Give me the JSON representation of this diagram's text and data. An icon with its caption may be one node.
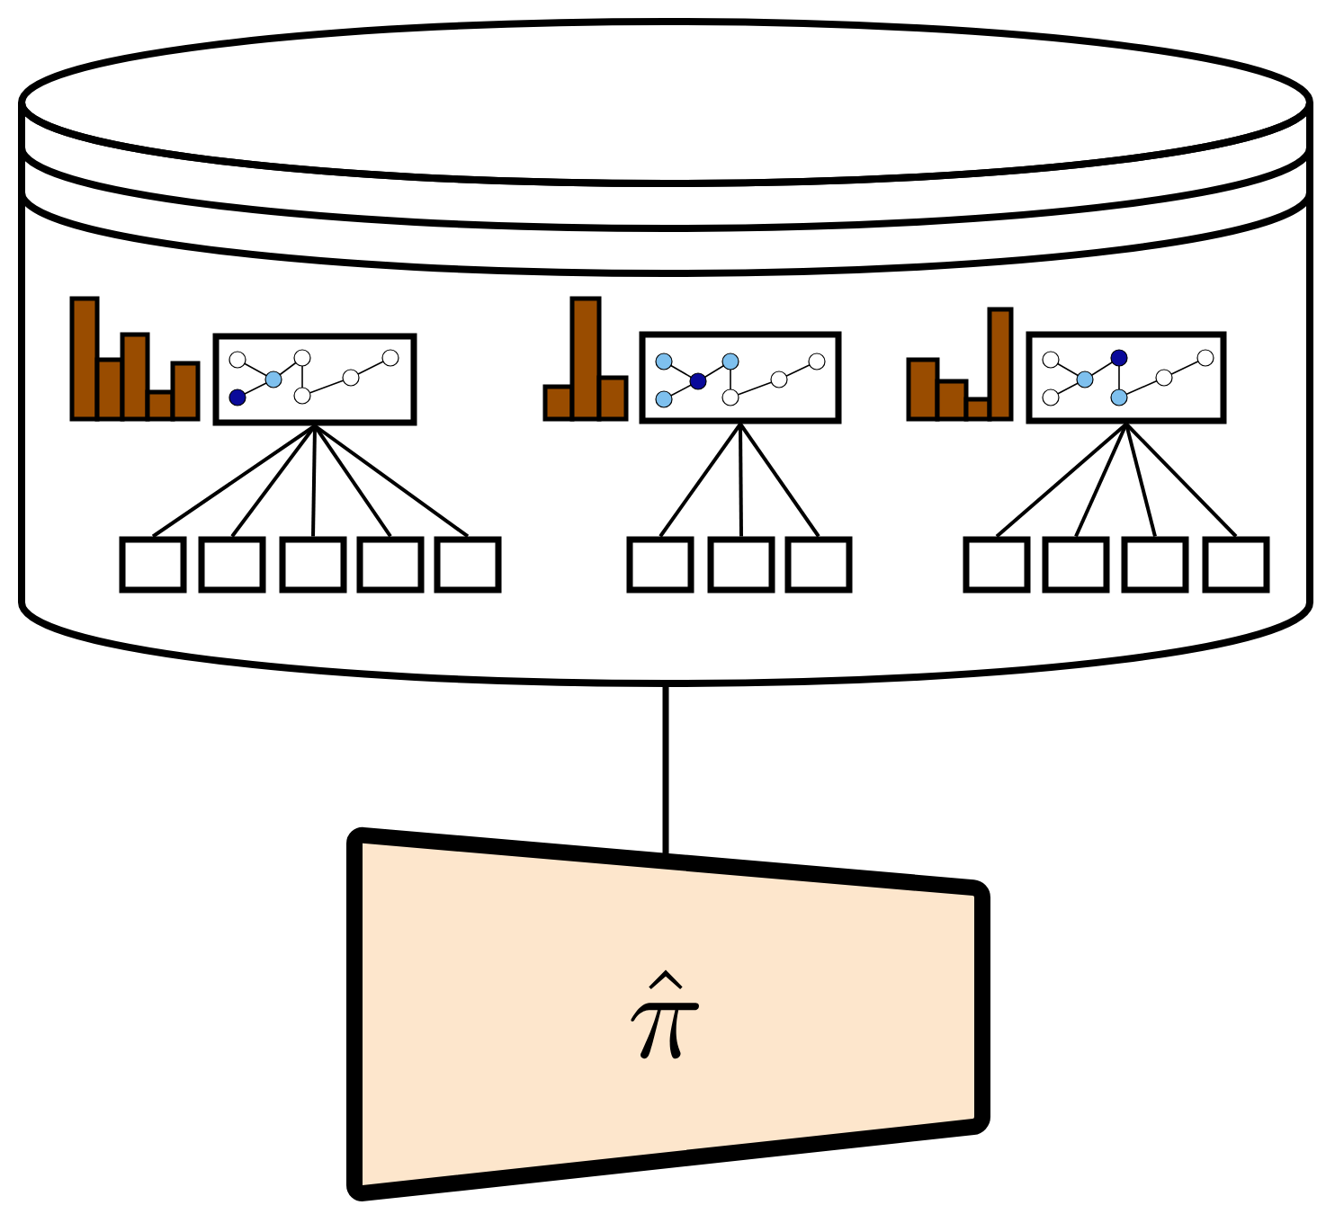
{
  "diagram": {
    "nodes": [
      {
        "text": [],
        "shape": "cylinder"
      },
      {
        "text": [],
        "shape": "picture",
        "in": 0
      },
      {
        "text": [],
        "shape": "picture",
        "in": 0
      },
      {
        "text": [],
        "shape": "picture",
        "in": 0
      },
      {
        "text": [],
        "shape": "box",
        "in": 0
      },
      {
        "text": [],
        "shape": "box",
        "in": 0
      },
      {
        "text": [],
        "shape": "box",
        "in": 0
      },
      {
        "text": [],
        "shape": "box",
        "in": 0
      },
      {
        "text": [],
        "shape": "box",
        "in": 0
      },
      {
        "text": [],
        "shape": "box",
        "in": 0
      },
      {
        "text": [],
        "shape": "box",
        "in": 0
      },
      {
        "text": [],
        "shape": "box",
        "in": 0
      },
      {
        "text": [],
        "shape": "box",
        "in": 0
      },
      {
        "text": [],
        "shape": "box",
        "in": 0
      },
      {
        "text": [],
        "shape": "box",
        "in": 0
      },
      {
        "text": [],
        "shape": "box",
        "in": 0
      },
      {
        "text": [
          "\\hat{\\pi}"
        ]
      }
    ],
    "edges": [
      {
        "from": 1,
        "to": 4,
        "arrow": "none"
      },
      {
        "from": 1,
        "to": 5,
        "arrow": "none"
      },
      {
        "from": 1,
        "to": 6,
        "arrow": "none"
      },
      {
        "from": 1,
        "to": 7,
        "arrow": "none"
      },
      {
        "from": 1,
        "to": 8,
        "arrow": "none"
      },
      {
        "from": 2,
        "to": 9,
        "arrow": "none"
      },
      {
        "from": 2,
        "to": 10,
        "arrow": "none"
      },
      {
        "from": 2,
        "to": 11,
        "arrow": "none"
      },
      {
        "from": 3,
        "to": 12,
        "arrow": "none"
      },
      {
        "from": 3,
        "to": 13,
        "arrow": "none"
      },
      {
        "from": 3,
        "to": 14,
        "arrow": "none"
      },
      {
        "from": 3,
        "to": 15,
        "arrow": "none"
      },
      {
        "from": 0,
        "to": 16,
        "arrow": "none"
      }
    ]
  }
}
